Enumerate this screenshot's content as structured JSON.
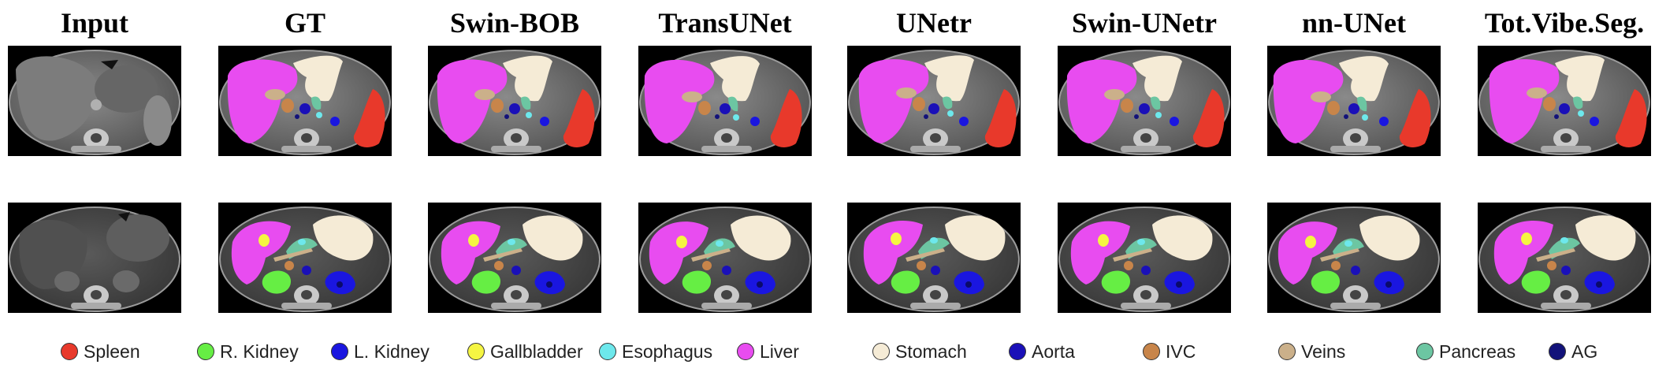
{
  "columns": [
    {
      "title": "Input",
      "type": "input"
    },
    {
      "title": "GT",
      "type": "seg",
      "variant": 0
    },
    {
      "title": "Swin-BOB",
      "type": "seg",
      "variant": 0
    },
    {
      "title": "TransUNet",
      "type": "seg",
      "variant": 1
    },
    {
      "title": "UNetr",
      "type": "seg",
      "variant": 2
    },
    {
      "title": "Swin-UNetr",
      "type": "seg",
      "variant": 0
    },
    {
      "title": "nn-UNet",
      "type": "seg",
      "variant": 1
    },
    {
      "title": "Tot.Vibe.Seg.",
      "type": "seg",
      "variant": 2
    }
  ],
  "legend": [
    {
      "label": "Spleen",
      "color": "#e8392b"
    },
    {
      "label": "R. Kidney",
      "color": "#66ee44"
    },
    {
      "label": "L. Kidney",
      "color": "#1a16e0"
    },
    {
      "label": "Gallbladder",
      "color": "#f5f542"
    },
    {
      "label": "Esophagus",
      "color": "#6de8ec"
    },
    {
      "label": "Liver",
      "color": "#e84cf0"
    },
    {
      "label": "Stomach",
      "color": "#f5ebd6"
    },
    {
      "label": "Aorta",
      "color": "#1a10b8"
    },
    {
      "label": "IVC",
      "color": "#c8854a"
    },
    {
      "label": "Veins",
      "color": "#cbb08a"
    },
    {
      "label": "Pancreas",
      "color": "#6cc6a2"
    },
    {
      "label": "AG",
      "color": "#12127a"
    }
  ]
}
